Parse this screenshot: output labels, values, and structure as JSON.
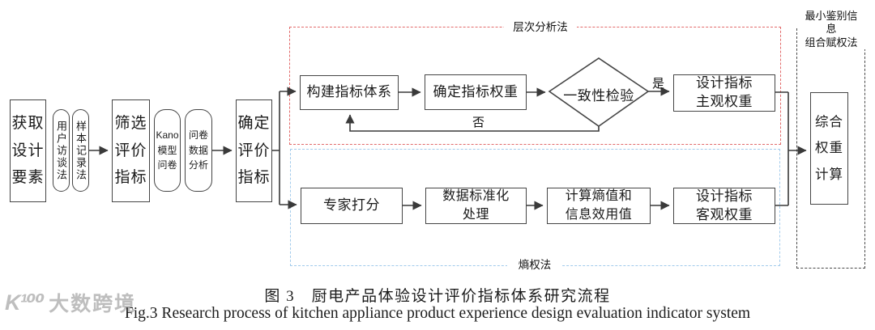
{
  "nodes": {
    "acquire": "获取\n设计\n要素",
    "pill_user": "用户访谈法",
    "pill_sample": "样本记录法",
    "filter": "筛选\n评价\n指标",
    "pill_kano": "Kano\n模型\n问卷",
    "pill_survey": "问卷\n数据\n分析",
    "confirm": "确定\n评价\n指标",
    "build": "构建指标体系",
    "weight": "确定指标权重",
    "check": "一致性检验",
    "subjective": "设计指标\n主观权重",
    "expert": "专家打分",
    "standardize": "数据标准化\n处理",
    "entropy": "计算熵值和\n信息效用值",
    "objective": "设计指标\n客观权重",
    "combine": "综合\n权重\n计算"
  },
  "groups": {
    "ahp": {
      "label": "层次分析法",
      "border_color": "#e26a6a"
    },
    "entropy": {
      "label": "熵权法",
      "border_color": "#a2cbec"
    },
    "combine": {
      "label": "最小鉴别信息\n组合赋权法",
      "border_color": "#4a4a4a"
    }
  },
  "decision": {
    "yes": "是",
    "no": "否"
  },
  "caption": {
    "zh": "图 3　厨电产品体验设计评价指标体系研究流程",
    "en": "Fig.3 Research process of kitchen appliance product experience design evaluation indicator system"
  },
  "watermark": {
    "logo": "K¹⁰⁰",
    "text": "大数跨境"
  },
  "colors": {
    "line": "#3a3a3a",
    "node_border": "#454545"
  }
}
